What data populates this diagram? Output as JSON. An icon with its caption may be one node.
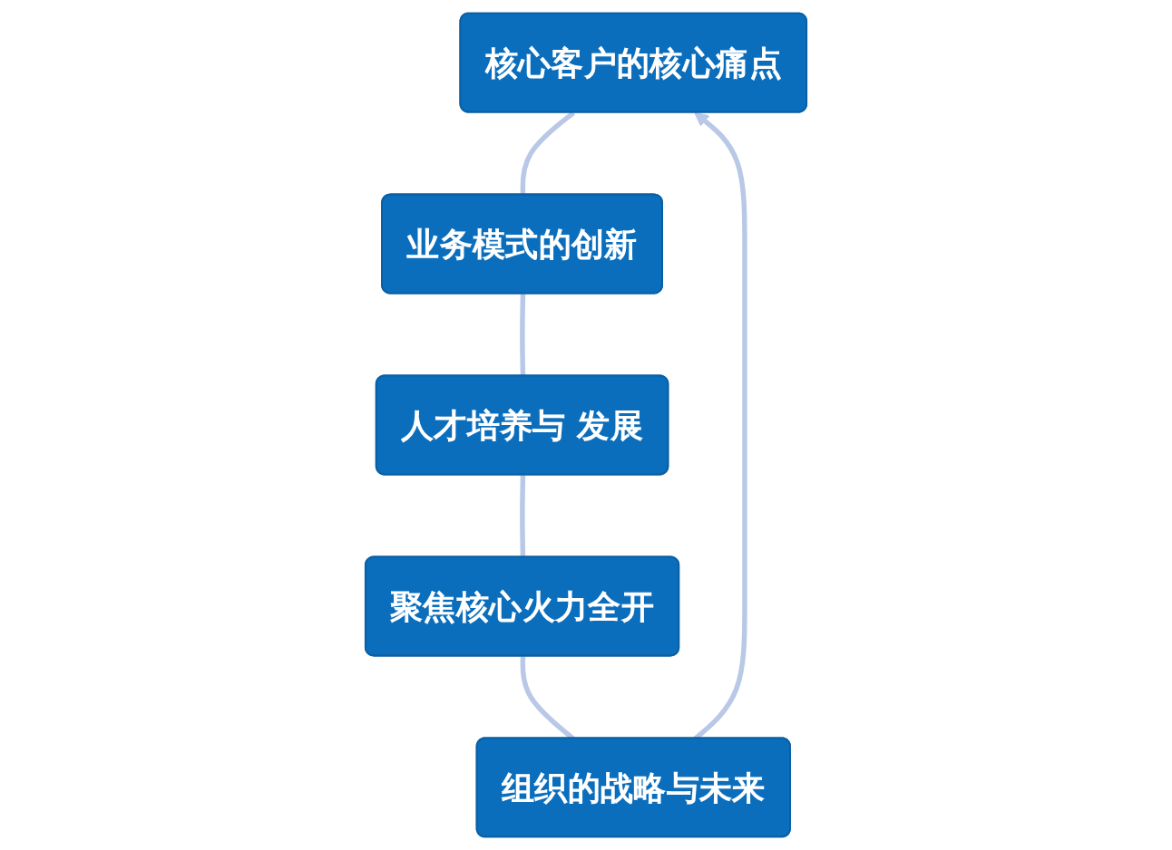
{
  "diagram": {
    "nodes": [
      {
        "text": [
          "核心客户的核心痛点"
        ]
      },
      {
        "text": [
          "业务模式的创新"
        ]
      },
      {
        "text": [
          "人才培养与 发展"
        ]
      },
      {
        "text": [
          "聚焦核心火力全开"
        ]
      },
      {
        "text": [
          "组织的战略与未来"
        ]
      }
    ],
    "edges": [
      {
        "from": 0,
        "to": 1,
        "arrow": "none"
      },
      {
        "from": 1,
        "to": 2,
        "arrow": "none"
      },
      {
        "from": 2,
        "to": 3,
        "arrow": "none"
      },
      {
        "from": 3,
        "to": 4,
        "arrow": "none"
      },
      {
        "from": 4,
        "to": 0,
        "arrow": "to"
      }
    ]
  }
}
